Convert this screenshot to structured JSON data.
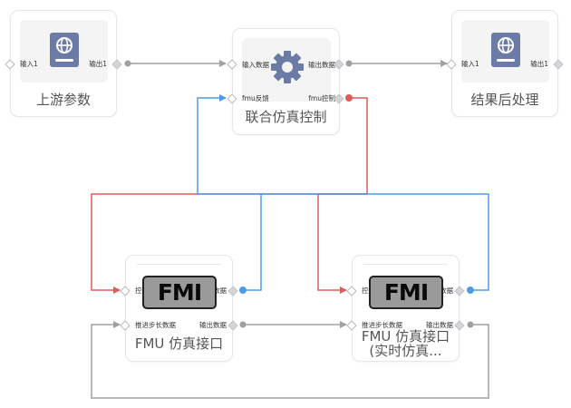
{
  "colors": {
    "control_wire": "#e05a5a",
    "feedback_wire": "#4d9be6",
    "data_wire": "#9a9a9a",
    "icon": "#6b7ba6"
  },
  "nodes": {
    "upstream": {
      "title": "上游参数",
      "icon": "book-globe-icon",
      "in_port": "输入1",
      "out_port": "输出1"
    },
    "cosim": {
      "title": "联合仿真控制",
      "icon": "gear-icon",
      "in_port": "输入数据",
      "out_port": "输出数据",
      "feedback_port": "fmu反馈",
      "control_port": "fmu控制"
    },
    "post": {
      "title": "结果后处理",
      "icon": "book-globe-icon",
      "in_port": "输入1",
      "out_port": "输出1"
    },
    "fmu1": {
      "title": "FMU 仿真接口",
      "logo": "FMI",
      "control_port": "控制",
      "feedback_port": "数据",
      "step_port": "推进步长数据",
      "out_port": "输出数据"
    },
    "fmu2": {
      "title_line1": "FMU 仿真接口",
      "title_line2": "(实时仿真...",
      "logo": "FMI",
      "control_port": "控制",
      "feedback_port": "数据",
      "step_port": "推进步长数据",
      "out_port": "输出数据"
    }
  }
}
